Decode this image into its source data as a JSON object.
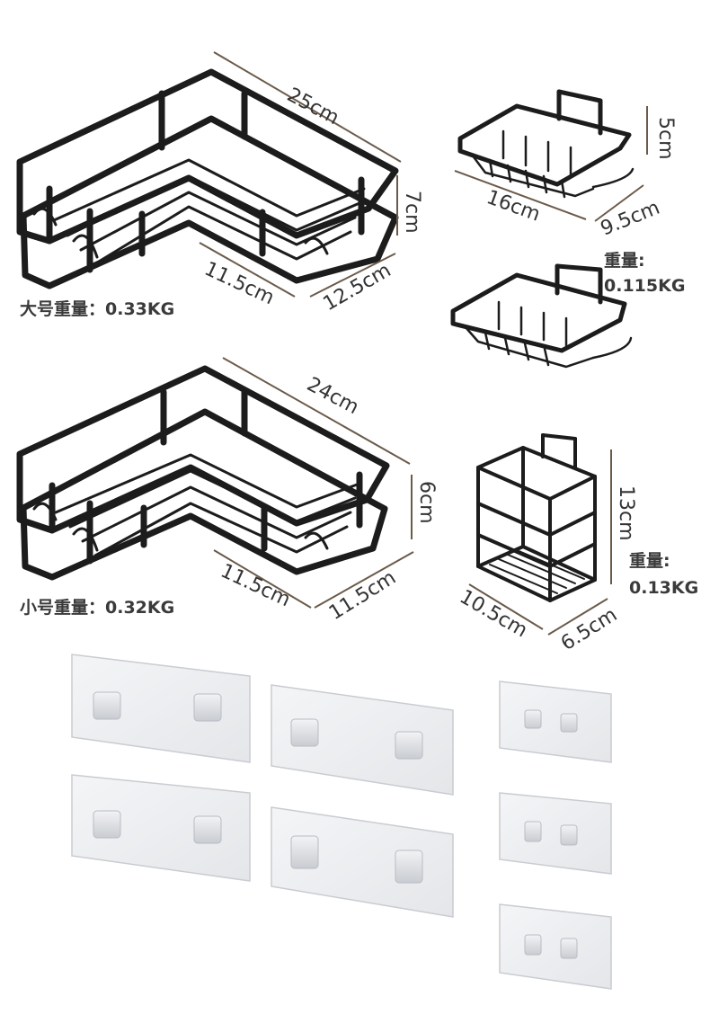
{
  "large_corner": {
    "width": "25cm",
    "height": "7cm",
    "side_a": "11.5cm",
    "side_b": "12.5cm",
    "weight": "大号重量：0.33KG"
  },
  "small_corner": {
    "width": "24cm",
    "height": "6cm",
    "side_a": "11.5cm",
    "side_b": "11.5cm",
    "weight": "小号重量：0.32KG"
  },
  "soap_dish": {
    "height": "5cm",
    "length": "16cm",
    "depth": "9.5cm",
    "weight_label": "重量:",
    "weight_value": "0.115KG"
  },
  "holder": {
    "height": "13cm",
    "length": "10.5cm",
    "depth": "6.5cm",
    "weight_label": "重量:",
    "weight_value": "0.13KG"
  },
  "colors": {
    "wire": "#1c1c1c",
    "dimension_line": "#6b5a4a",
    "pad_fill": "#eef0f2"
  }
}
